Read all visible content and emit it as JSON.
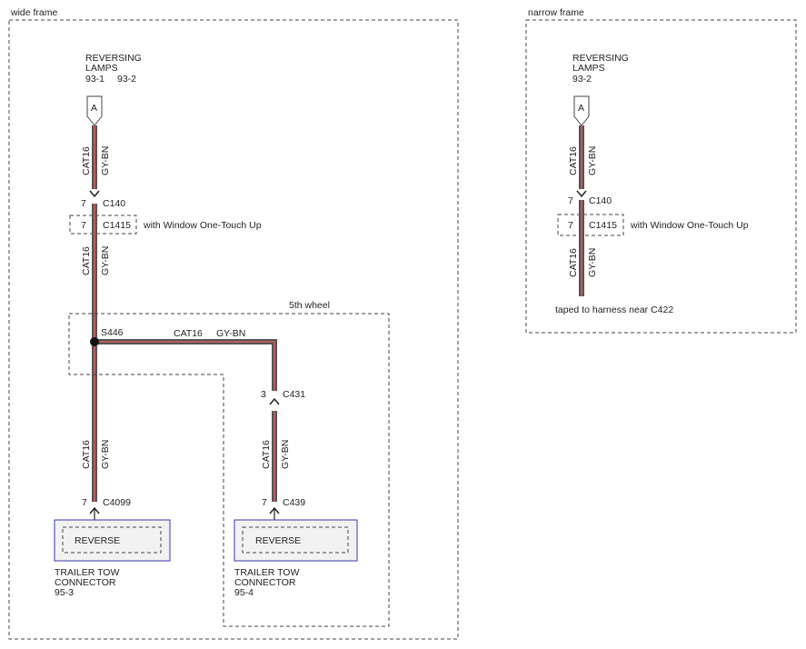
{
  "colors": {
    "wire_outer": "#555555",
    "wire_inner": "#b85c5c",
    "connector_box_border": "#3a3aaa",
    "text": "#222222"
  },
  "wide_frame": {
    "label": "wide frame",
    "source": {
      "title_line1": "REVERSING",
      "title_line2": "LAMPS",
      "ref1": "93-1",
      "ref2": "93-2",
      "tag": "A"
    },
    "wire1": {
      "cat": "CAT16",
      "color": "GY-BN"
    },
    "c140": {
      "pin": "7",
      "name": "C140"
    },
    "c1415": {
      "pin": "7",
      "name": "C1415",
      "note": "with Window One-Touch Up"
    },
    "wire2": {
      "cat": "CAT16",
      "color": "GY-BN"
    },
    "fifth_wheel_label": "5th wheel",
    "splice": "S446",
    "branch_wire": {
      "cat": "CAT16",
      "color": "GY-BN"
    },
    "c431": {
      "pin": "3",
      "name": "C431"
    },
    "wire3": {
      "cat": "CAT16",
      "color": "GY-BN"
    },
    "wire4": {
      "cat": "CAT16",
      "color": "GY-BN"
    },
    "c4099": {
      "pin": "7",
      "name": "C4099"
    },
    "c439": {
      "pin": "7",
      "name": "C439"
    },
    "connector_left": {
      "inner": "REVERSE",
      "title_line1": "TRAILER TOW",
      "title_line2": "CONNECTOR",
      "ref": "95-3"
    },
    "connector_right": {
      "inner": "REVERSE",
      "title_line1": "TRAILER TOW",
      "title_line2": "CONNECTOR",
      "ref": "95-4"
    }
  },
  "narrow_frame": {
    "label": "narrow frame",
    "source": {
      "title_line1": "REVERSING",
      "title_line2": "LAMPS",
      "ref1": "93-2",
      "tag": "A"
    },
    "wire1": {
      "cat": "CAT16",
      "color": "GY-BN"
    },
    "c140": {
      "pin": "7",
      "name": "C140"
    },
    "c1415": {
      "pin": "7",
      "name": "C1415",
      "note": "with Window One-Touch Up"
    },
    "wire2": {
      "cat": "CAT16",
      "color": "GY-BN"
    },
    "note": "taped to harness near C422"
  }
}
